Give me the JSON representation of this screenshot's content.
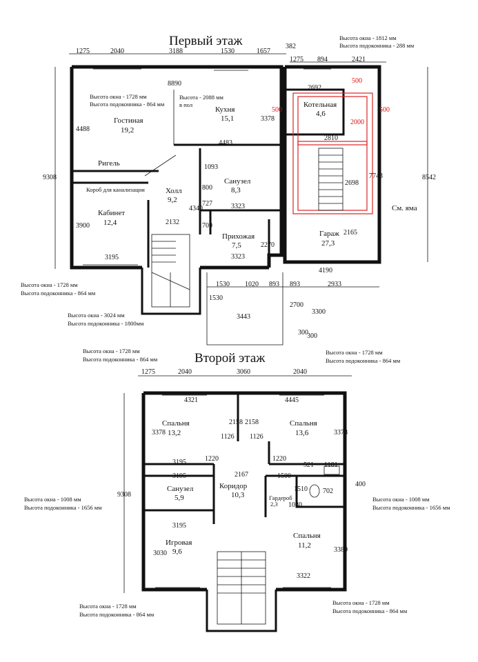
{
  "titles": {
    "floor1": "Первый этаж",
    "floor2": "Второй этаж"
  },
  "floor1": {
    "rooms": [
      {
        "name": "Гостиная",
        "area": "19,2"
      },
      {
        "name": "Кухня",
        "area": "15,1"
      },
      {
        "name": "Котельная",
        "area": "4,6"
      },
      {
        "name": "Санузел",
        "area": "8,3"
      },
      {
        "name": "Холл",
        "area": "9,2"
      },
      {
        "name": "Кабинет",
        "area": "12,4"
      },
      {
        "name": "Прихожая",
        "area": "7,5"
      },
      {
        "name": "Гараж",
        "area": "27,3"
      }
    ],
    "labels": {
      "rigel": "Ригель",
      "korob": "Короб для канализации",
      "yama": "См. яма",
      "v_pol": "в пол"
    },
    "notes": {
      "win_top_right_1": "Высота окна - 1812 мм",
      "win_top_right_2": "Высота подоконника - 288 мм",
      "win_living_1": "Высота окна - 1728 мм",
      "win_living_2": "Высота подоконника - 864 мм",
      "win_kitchen_1": "Высота - 2088 мм",
      "win_bl_1": "Высота окна - 1728 мм",
      "win_bl_2": "Высота подоконника - 864 мм",
      "win_stair_1": "Высота окна - 3024 мм",
      "win_stair_2": "Высота подоконника - 1800мм"
    },
    "dims": {
      "top1": "1275",
      "top2": "2040",
      "top3": "3188",
      "top4": "1530",
      "top5": "1657",
      "top6": "382",
      "g_top1": "1275",
      "g_top2": "894",
      "g_top3": "2421",
      "d8890": "8890",
      "d2692": "2692",
      "r500a": "500",
      "r500b": "500",
      "r500c": "500",
      "r2000": "2000",
      "r2810": "2810",
      "d4488": "4488",
      "d9308": "9308",
      "d3378": "3378",
      "d4483": "4483",
      "d1093": "1093",
      "d2698": "2698",
      "d7743": "7743",
      "d8542": "8542",
      "d800": "800",
      "d727": "727",
      "d700": "700",
      "d4340": "4340",
      "d3323a": "3323",
      "d2132": "2132",
      "d3900": "3900",
      "d2270": "2270",
      "d2165": "2165",
      "d3195": "3195",
      "d3323b": "3323",
      "d4190": "4190",
      "b1": "1530",
      "b2": "1020",
      "b3": "893",
      "b4": "893",
      "b5": "2933",
      "d1530v": "1530",
      "d3443": "3443",
      "d2700": "2700",
      "d3300": "3300",
      "d300a": "300",
      "d300b": "300"
    }
  },
  "floor2": {
    "rooms": [
      {
        "name": "Спальня",
        "area": "13,2"
      },
      {
        "name": "Спальня",
        "area": "13,6"
      },
      {
        "name": "Санузел",
        "area": "5,9"
      },
      {
        "name": "Коридор",
        "area": "10,3"
      },
      {
        "name": "Игровая",
        "area": "9,6"
      },
      {
        "name": "Спальня",
        "area": "11,2"
      }
    ],
    "labels": {
      "garderob": "Гардероб",
      "garderob_area": "2,3"
    },
    "notes": {
      "w_tl_1": "Высота окна - 1728 мм",
      "w_tl_2": "Высота подоконника - 864 мм",
      "w_tr_1": "Высота окна - 1728 мм",
      "w_tr_2": "Высота подоконника - 864 мм",
      "w_l_1": "Высота окна - 1008 мм",
      "w_l_2": "Высота подоконника - 1656 мм",
      "w_r_1": "Высота окна - 1008 мм",
      "w_r_2": "Высота подоконника - 1656 мм",
      "w_bl_1": "Высота окна - 1728 мм",
      "w_bl_2": "Высота подоконника - 864 мм",
      "w_br_1": "Высота окна - 1728 мм",
      "w_br_2": "Высота подоконника - 864 мм"
    },
    "dims": {
      "t1": "1275",
      "t2": "2040",
      "t3": "3060",
      "t4": "2040",
      "d4321": "4321",
      "d4445": "4445",
      "d3378a": "3378",
      "d3378b": "3378",
      "d2158a": "2158",
      "d2158b": "2158",
      "d1126a": "1126",
      "d1126b": "1126",
      "d1220a": "1220",
      "d1220b": "1220",
      "d3195a": "3195",
      "d3195b": "3195",
      "d2167": "2167",
      "d1500": "1500",
      "d521": "521",
      "d1181": "1181",
      "d400": "400",
      "d1510": "1510",
      "d702": "702",
      "d1030": "1030",
      "d9308": "9308",
      "d3195c": "3195",
      "d3030": "3030",
      "d3380": "3380",
      "d3322": "3322"
    }
  }
}
